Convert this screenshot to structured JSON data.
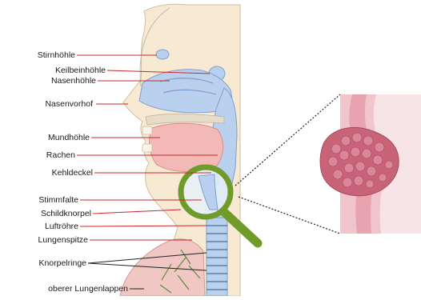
{
  "labels": {
    "stirnhoehle": "Stirnhöhle",
    "keilbeinhoehle": "Keilbeinhöhle",
    "nasenhoehle": "Nasenhöhle",
    "nasenvorhof": "Nasenvorhof",
    "mundhoehle": "Mundhöhle",
    "rachen": "Rachen",
    "kehldeckel": "Kehldeckel",
    "stimmfalte": "Stimmfalte",
    "schildknorpel": "Schildknorpel",
    "luftroehre": "Luftröhre",
    "lungenspitze": "Lungenspitze",
    "knorpelringe": "Knorpelringe",
    "oberer_lungenlappen": "oberer Lungenlappen"
  },
  "colors": {
    "skin": "#f7e9d2",
    "airway": "#b9d0ee",
    "airway_edge": "#7f9fcf",
    "mouth": "#f3b9b6",
    "bone": "#e7dcc8",
    "magnifier": "#6f9b2a",
    "leader": "#c9282b",
    "tissue": "#f6e3e4",
    "tumor": "#c96478",
    "lung": "#f1c7c4"
  },
  "icons": {
    "magnifier": "magnifier-icon"
  }
}
